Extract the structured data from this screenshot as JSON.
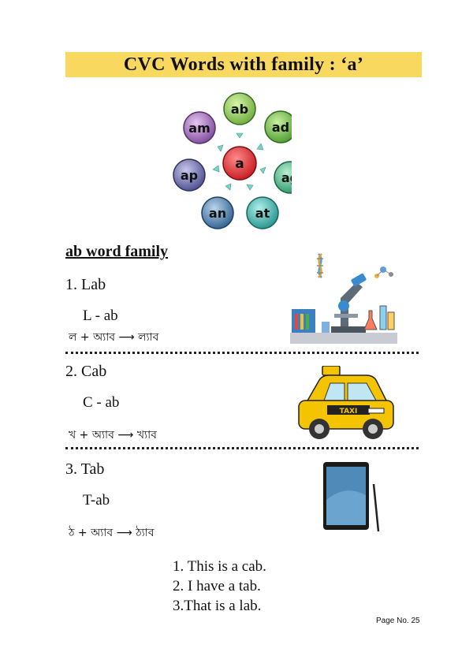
{
  "title": "CVC  Words with family : ‘a’",
  "diagram": {
    "center": "a",
    "families": [
      "ab",
      "ad",
      "ag",
      "at",
      "an",
      "ap",
      "am"
    ],
    "colors": {
      "ab": "#7fc24a",
      "ad": "#5aa53a",
      "ag": "#2e9e6e",
      "at": "#2aa5a0",
      "an": "#3b6f9c",
      "ap": "#5b5a9c",
      "am": "#8e58a8",
      "center": "#d8282d"
    }
  },
  "section_heading": "ab word family",
  "items": [
    {
      "title": "1. Lab",
      "split": "L - ab",
      "bengali": "ল + অ্যাব ⟶ ল্যাব",
      "picture": "laboratory-illustration"
    },
    {
      "title": "2. Cab",
      "split": "C - ab",
      "bengali": "খ + অ্যাব ⟶ খ্যাব",
      "picture": "taxi-illustration",
      "picture_label": "TAXI"
    },
    {
      "title": "3. Tab",
      "split": "T-ab",
      "bengali": "ঠ + অ্যাব ⟶ ঠ্যাব",
      "picture": "tablet-illustration"
    }
  ],
  "sentences": [
    "1. This is a cab.",
    "2. I have a tab.",
    "3.That is a lab."
  ],
  "page_number": "Page No. 25"
}
